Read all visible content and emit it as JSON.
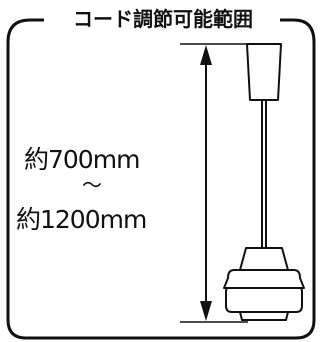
{
  "title": "コード調節可能範囲",
  "length_range": {
    "min_label": "約700mm",
    "separator": "〜",
    "max_label": "約1200mm"
  },
  "colors": {
    "line": "#111111",
    "background": "#ffffff"
  }
}
